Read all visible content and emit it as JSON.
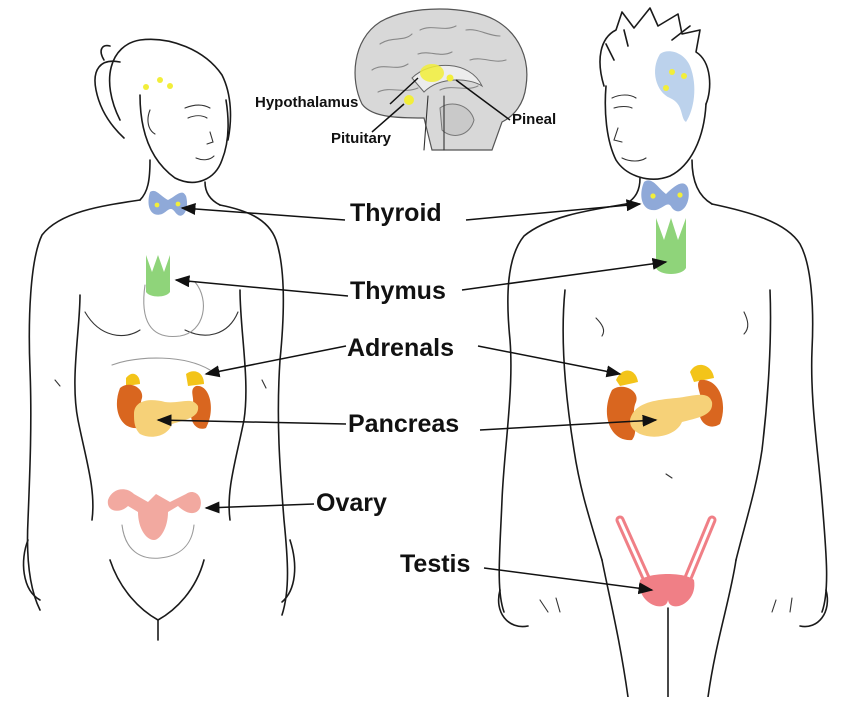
{
  "labels": {
    "hypothalamus": "Hypothalamus",
    "pituitary": "Pituitary",
    "pineal": "Pineal",
    "thyroid": "Thyroid",
    "thymus": "Thymus",
    "adrenals": "Adrenals",
    "pancreas": "Pancreas",
    "ovary": "Ovary",
    "testis": "Testis"
  },
  "colors": {
    "thyroid": "#8fa9d8",
    "gland_dot": "#f2ee3a",
    "thymus": "#8fd47a",
    "kidney": "#d9661f",
    "adrenal": "#f3c419",
    "pancreas": "#f6d178",
    "ovary": "#f2a9a0",
    "testis": "#f07f86",
    "pituitary_region": "#bcd2ec",
    "brain": "#d8d8d8"
  }
}
